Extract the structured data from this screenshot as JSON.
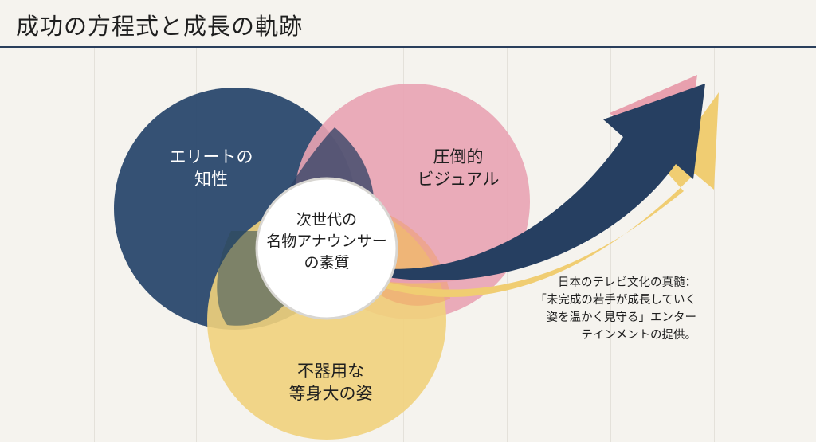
{
  "header": {
    "title": "成功の方程式と成長の軌跡"
  },
  "diagram": {
    "circles": [
      {
        "label_lines": [
          "エリートの",
          "知性"
        ],
        "color": "#2d4a6e"
      },
      {
        "label_lines": [
          "圧倒的",
          "ビジュアル"
        ],
        "color": "#e9a3b2"
      },
      {
        "label_lines": [
          "不器用な",
          "等身大の姿"
        ],
        "color": "#f1d27c"
      }
    ],
    "center": {
      "label_lines": [
        "次世代の",
        "名物アナウンサー",
        "の素質"
      ]
    },
    "note_lines": [
      "日本のテレビ文化の真髄：",
      "「未完成の若手が成長していく",
      "姿を温かく見守る」エンター",
      "テインメントの提供。"
    ],
    "arrow_colors": {
      "main": "#263f61",
      "pink_shadow": "#e8a0ae",
      "yellow_shadow": "#f0cd72"
    }
  }
}
